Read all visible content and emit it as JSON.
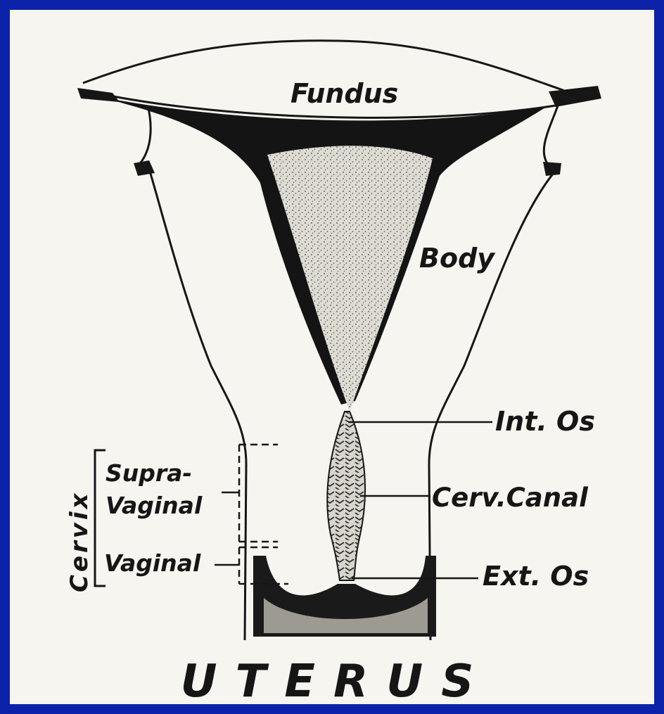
{
  "diagram": {
    "title": "UTERUS",
    "labels": {
      "fundus": "Fundus",
      "body": "Body",
      "int_os": "Int. Os",
      "cerv_canal": "Cerv.Canal",
      "ext_os": "Ext. Os",
      "cervix": "Cervix",
      "supra_vaginal_line1": "Supra-",
      "supra_vaginal_line2": "Vaginal",
      "vaginal": "Vaginal"
    }
  },
  "colors": {
    "frame": "#0b22a8",
    "paper": "#f6f5ef",
    "ink": "#161616"
  }
}
